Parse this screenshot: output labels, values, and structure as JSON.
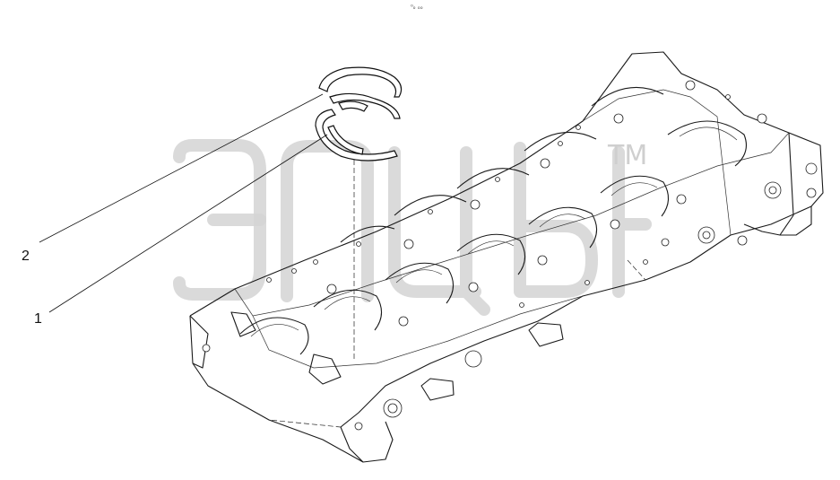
{
  "diagram": {
    "top_mark": "⁰ₒ ₒₒ",
    "callouts": [
      {
        "id": "callout-2",
        "label": "2"
      },
      {
        "id": "callout-1",
        "label": "1"
      }
    ],
    "watermark": {
      "tm": "TM"
    }
  }
}
